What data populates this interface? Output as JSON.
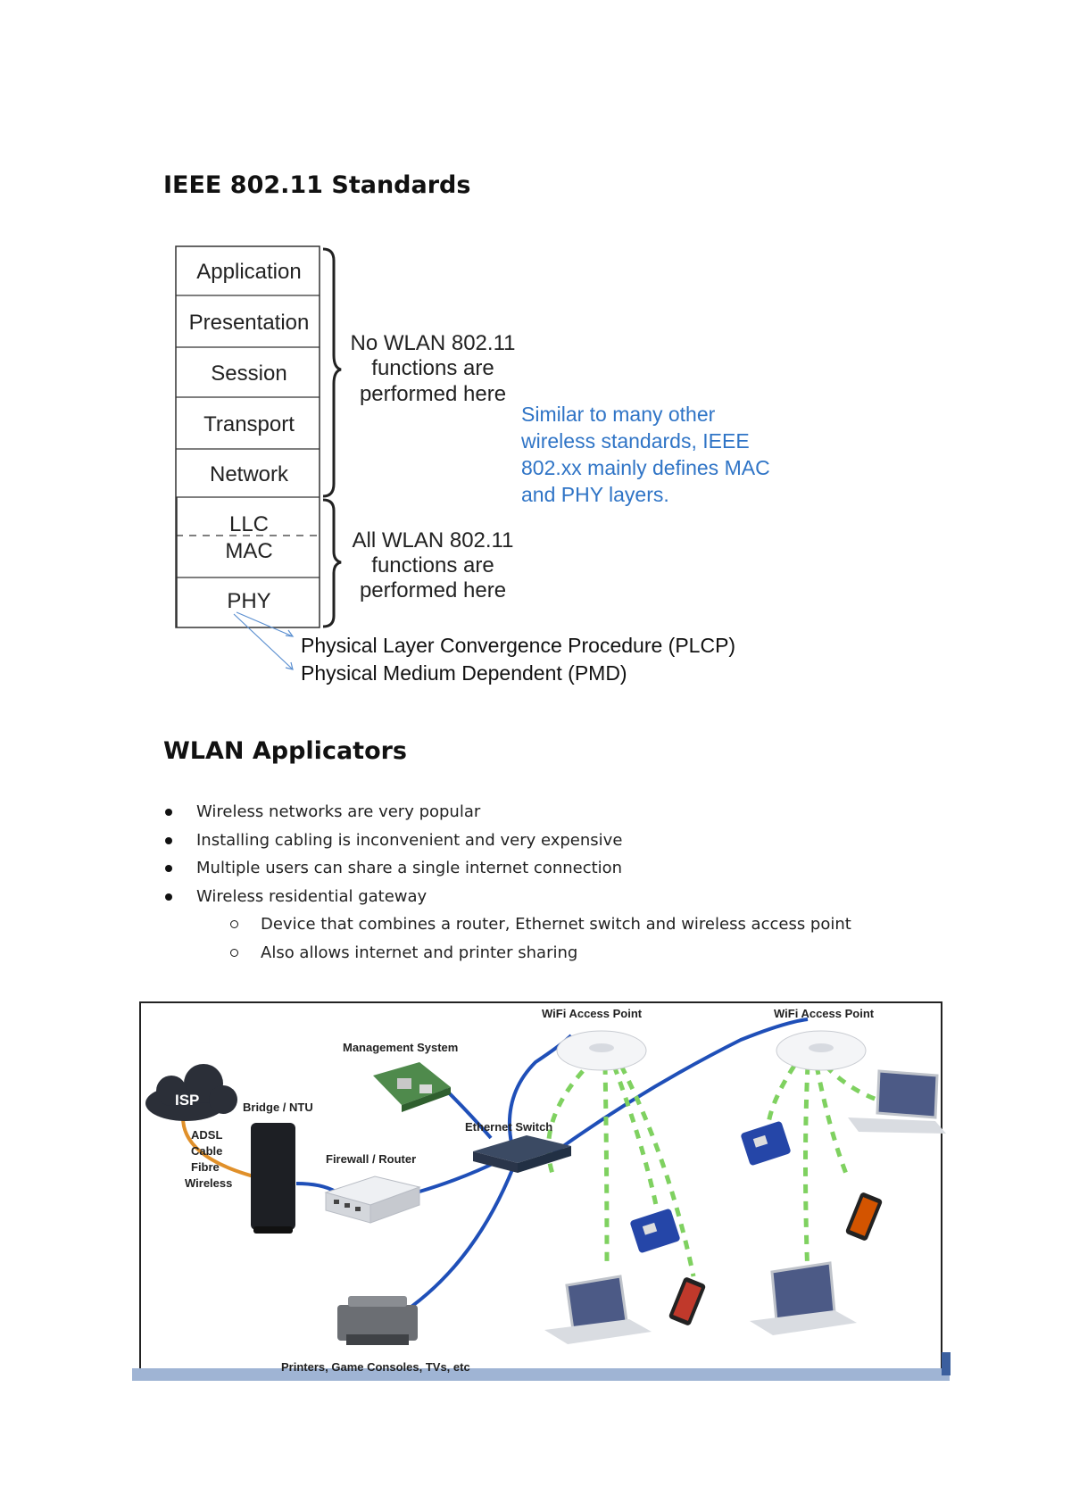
{
  "section1": {
    "heading": "IEEE 802.11 Standards"
  },
  "osi": {
    "layers": [
      "Application",
      "Presentation",
      "Session",
      "Transport",
      "Network",
      "LLC",
      "MAC",
      "PHY"
    ],
    "upper_note": [
      "No WLAN 802.11",
      "functions are",
      "performed here"
    ],
    "lower_note": [
      "All WLAN 802.11",
      "functions are",
      "performed here"
    ],
    "side_note": [
      "Similar to many other",
      "wireless standards, IEEE",
      "802.xx mainly defines MAC",
      "and PHY layers."
    ],
    "phy_sublayers": [
      "Physical Layer Convergence Procedure (PLCP)",
      "Physical Medium Dependent (PMD)"
    ]
  },
  "section2": {
    "heading": "WLAN Applicators",
    "bullets": [
      "Wireless networks are very popular",
      "Installing cabling is inconvenient and very expensive",
      "Multiple users can share a single internet connection",
      "Wireless residential gateway"
    ],
    "sub_bullets": [
      "Device that combines a router, Ethernet switch and wireless access point",
      "Also allows internet and printer sharing"
    ]
  },
  "network": {
    "isp": "ISP",
    "isp_links": [
      "ADSL",
      "Cable",
      "Fibre",
      "Wireless"
    ],
    "bridge": "Bridge / NTU",
    "management": "Management System",
    "firewall": "Firewall / Router",
    "switch": "Ethernet Switch",
    "ap1": "WiFi Access Point",
    "ap2": "WiFi Access Point",
    "printers": "Printers, Game Consoles, TVs, etc"
  },
  "colors": {
    "note_blue": "#2f74c6",
    "wire_blue": "#1f4fb8",
    "wifi_green": "#7fd160",
    "isp_orange": "#e0902a"
  }
}
